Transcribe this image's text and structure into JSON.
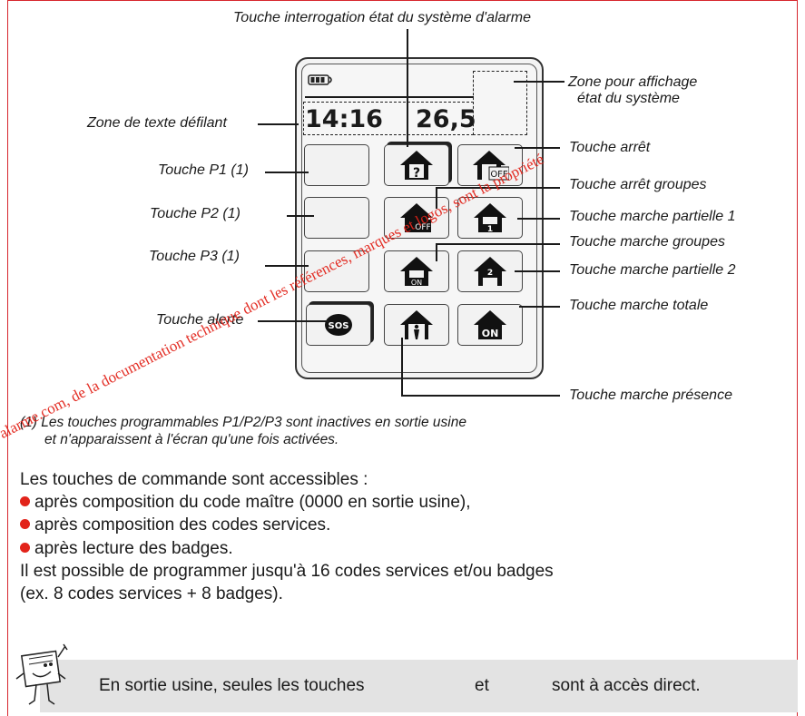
{
  "watermark": "alarme.com, de la documentation technique dont les références, marques et logos, sont la propriété",
  "display": {
    "time": "14:16",
    "temperature": "26,5"
  },
  "labels": {
    "top": "Touche interrogation état du système d'alarme",
    "zone_etat": "Zone pour affichage",
    "zone_etat_2": "état du système",
    "zone_texte": "Zone de texte défilant",
    "p1": "Touche P1 (1)",
    "p2": "Touche P2 (1)",
    "p3": "Touche P3 (1)",
    "alerte": "Touche alerte",
    "arret": "Touche arrêt",
    "arret_groupes": "Touche arrêt groupes",
    "partielle1": "Touche marche partielle 1",
    "marche_groupes": "Touche marche groupes",
    "partielle2": "Touche marche partielle 2",
    "totale": "Touche marche totale",
    "presence": "Touche marche présence"
  },
  "key_text": {
    "off": "OFF",
    "on": "ON",
    "sos": "SOS",
    "one": "1",
    "two": "2",
    "question": "?"
  },
  "footnote": {
    "line1": "(1) Les touches programmables P1/P2/P3 sont inactives en sortie usine",
    "line2": "et n'apparaissent à l'écran qu'une fois activées."
  },
  "body": {
    "intro": "Les touches de commande sont accessibles :",
    "bullets": [
      "après composition du code maître (0000 en sortie usine),",
      "après composition des codes services.",
      "après lecture des badges."
    ],
    "para1": "Il est possible de programmer jusqu'à 16 codes services et/ou badges",
    "para2": "(ex. 8 codes services + 8 badges)."
  },
  "note": {
    "part1": "En sortie usine, seules les touches",
    "part2": "et",
    "part3": "sont à accès direct."
  },
  "colors": {
    "accent": "#e2231a",
    "frame": "#d7262d"
  }
}
